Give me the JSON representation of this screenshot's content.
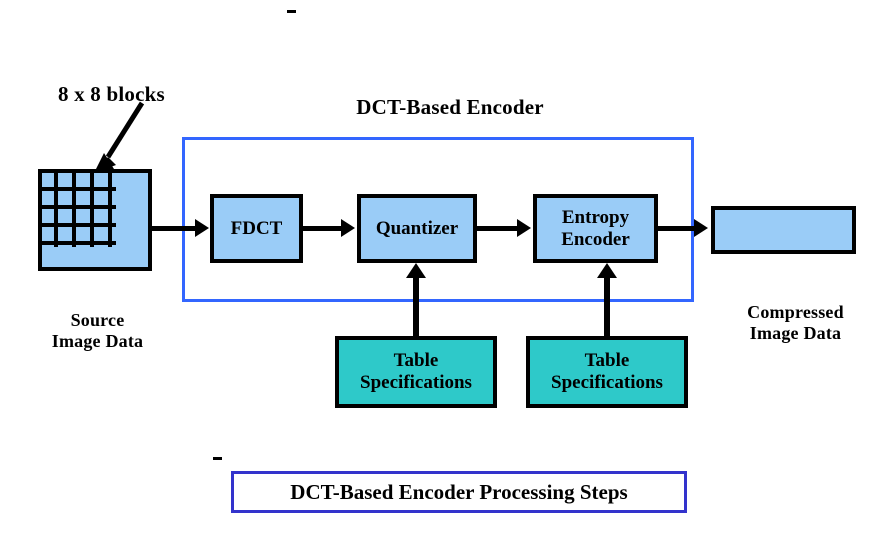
{
  "diagram": {
    "title": "DCT-Based Encoder",
    "caption": "DCT-Based Encoder Processing Steps",
    "annotations": {
      "blocks_label": "8 x 8 blocks",
      "source_label": "Source\nImage Data",
      "compressed_label": "Compressed\nImage Data"
    },
    "nodes": [
      {
        "id": "source",
        "label": "",
        "kind": "data-block",
        "fill": "#9ACCF7"
      },
      {
        "id": "fdct",
        "label": "FDCT",
        "kind": "process",
        "fill": "#9ACCF7"
      },
      {
        "id": "quant",
        "label": "Quantizer",
        "kind": "process",
        "fill": "#9ACCF7"
      },
      {
        "id": "entropy",
        "label": "Entropy\nEncoder",
        "kind": "process",
        "fill": "#9ACCF7"
      },
      {
        "id": "output",
        "label": "",
        "kind": "data-block",
        "fill": "#9ACCF7"
      },
      {
        "id": "table1",
        "label": "Table\nSpecifications",
        "kind": "table-spec",
        "fill": "#2EC9C9"
      },
      {
        "id": "table2",
        "label": "Table\nSpecifications",
        "kind": "table-spec",
        "fill": "#2EC9C9"
      }
    ],
    "edges": [
      {
        "from": "source",
        "to": "fdct",
        "direction": "right"
      },
      {
        "from": "fdct",
        "to": "quant",
        "direction": "right"
      },
      {
        "from": "quant",
        "to": "entropy",
        "direction": "right"
      },
      {
        "from": "entropy",
        "to": "output",
        "direction": "right"
      },
      {
        "from": "table1",
        "to": "quant",
        "direction": "up"
      },
      {
        "from": "table2",
        "to": "entropy",
        "direction": "up"
      }
    ],
    "colors": {
      "process_fill": "#9ACCF7",
      "table_fill": "#2EC9C9",
      "encoder_frame": "#3366FF",
      "caption_border": "#3333CC",
      "outline": "#000000",
      "background": "#FFFFFF"
    }
  }
}
